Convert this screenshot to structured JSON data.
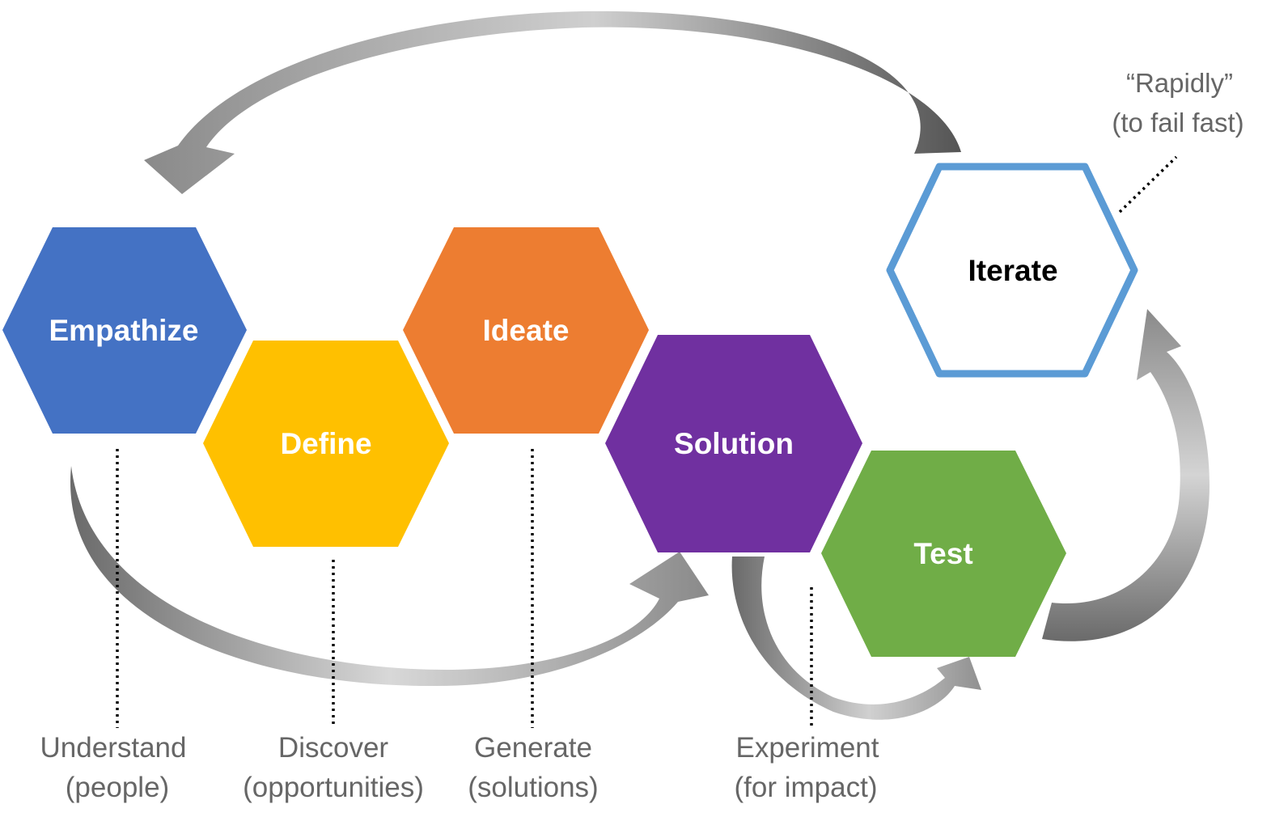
{
  "stages": [
    {
      "id": "empathize",
      "label": "Empathize",
      "color": "#4472C4",
      "text_color": "#ffffff",
      "caption_line1": "Understand",
      "caption_line2": "(people)"
    },
    {
      "id": "define",
      "label": "Define",
      "color": "#FFC000",
      "text_color": "#ffffff",
      "caption_line1": "Discover",
      "caption_line2": "(opportunities)"
    },
    {
      "id": "ideate",
      "label": "Ideate",
      "color": "#ED7D31",
      "text_color": "#ffffff",
      "caption_line1": "Generate",
      "caption_line2": "(solutions)"
    },
    {
      "id": "solution",
      "label": "Solution",
      "color": "#7030A0",
      "text_color": "#ffffff",
      "caption_line1": "Experiment",
      "caption_line2": "(for impact)"
    },
    {
      "id": "test",
      "label": "Test",
      "color": "#70AD47",
      "text_color": "#ffffff"
    },
    {
      "id": "iterate",
      "label": "Iterate",
      "color": "#5B9BD5",
      "text_color": "#000000"
    }
  ],
  "iterate_note": {
    "line1": "“Rapidly”",
    "line2": "(to fail fast)"
  },
  "arrow_color": "#8c8c8c"
}
